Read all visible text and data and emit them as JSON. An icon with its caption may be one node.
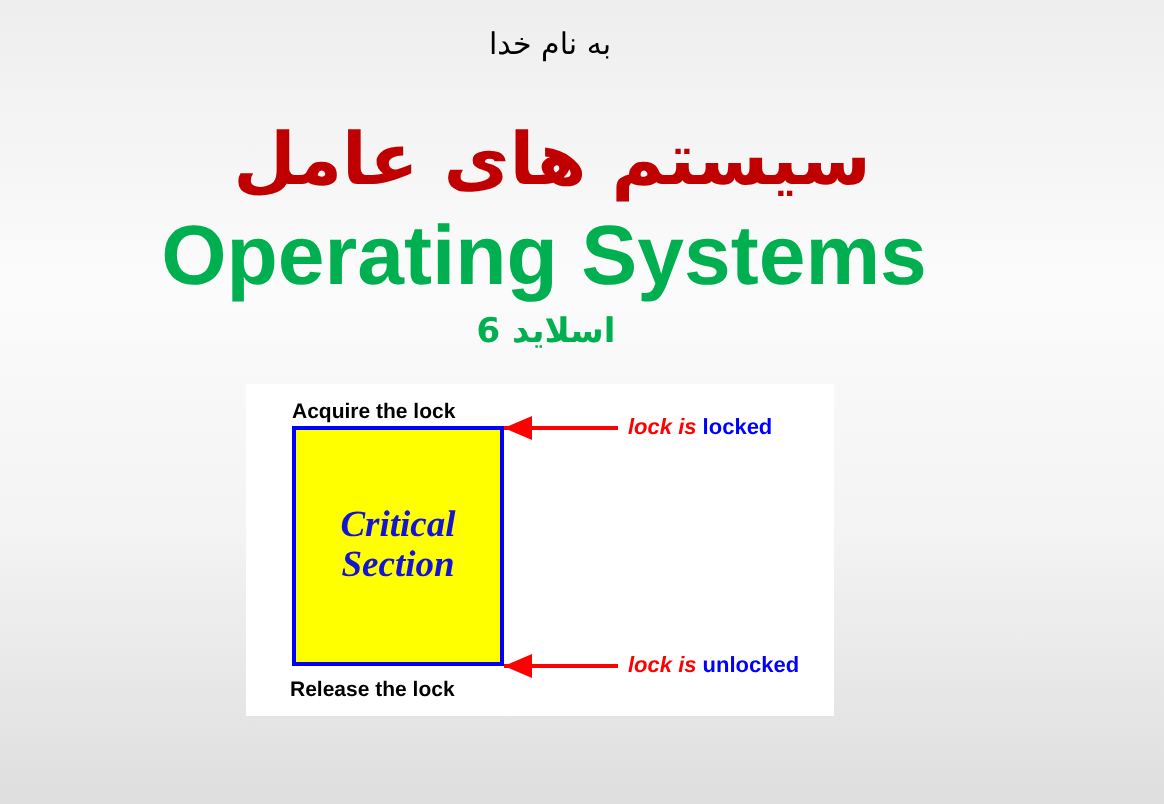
{
  "diagram": {
    "title": "سیستم های عامل",
    "nodes": [
      {
        "text": [
          "Critical Section"
        ],
        "beside": [
          "Acquire the lock",
          "Release the lock"
        ]
      },
      {
        "text": [
          "*lock is* locked"
        ]
      },
      {
        "text": [
          "*lock is* unlocked"
        ]
      }
    ],
    "edges": [
      {
        "from": 1,
        "to": 0,
        "arrow": "to",
        "color": "#ff0000"
      },
      {
        "from": 2,
        "to": 0,
        "arrow": "to",
        "color": "#ff0000"
      }
    ],
    "labels": [
      "به نام خدا",
      "Operating Systems",
      "اسلاید 6"
    ]
  }
}
